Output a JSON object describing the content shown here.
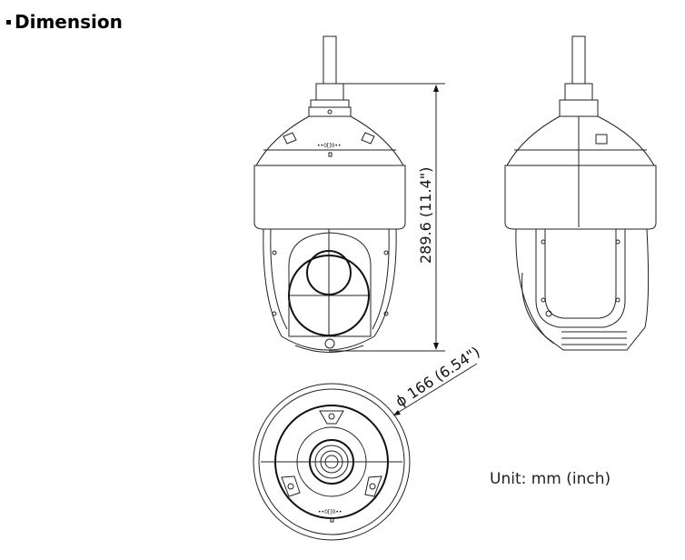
{
  "section_title": "Dimension",
  "dimensions": {
    "height_label": "289.6 (11.4\")",
    "diameter_label": "ϕ 166 (6.54\")"
  },
  "unit_label": "Unit: mm (inch)"
}
